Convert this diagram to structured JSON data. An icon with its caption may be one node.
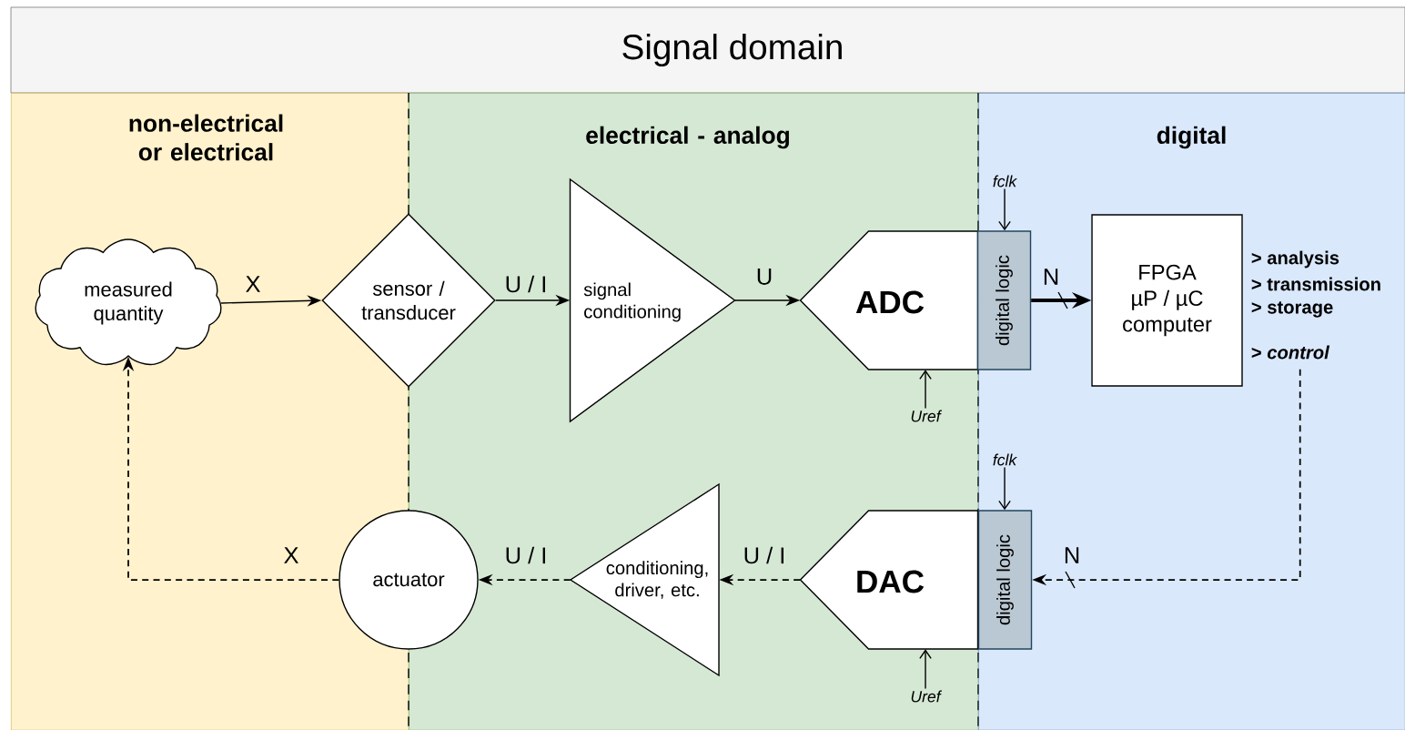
{
  "diagram": {
    "title": "Signal domain",
    "nodes": [
      {
        "text": [
          "non-electrical or electrical"
        ]
      },
      {
        "text": [
          "electrical - analog"
        ]
      },
      {
        "text": [
          "digital"
        ]
      },
      {
        "text": [
          "measured quantity"
        ],
        "in": 0
      },
      {
        "text": [
          "sensor / transducer"
        ]
      },
      {
        "text": [
          "signal conditioning"
        ],
        "in": 1
      },
      {
        "text": [
          "ADC"
        ],
        "in": 1
      },
      {
        "text": [
          "digital logic"
        ],
        "in": 2
      },
      {
        "text": [
          "FPGA",
          "µP / µC",
          "computer"
        ],
        "in": 2,
        "beside": [
          "> analysis",
          "> transmission",
          "> storage",
          "> *control*"
        ]
      },
      {
        "text": [
          "DAC"
        ],
        "in": 1
      },
      {
        "text": [
          "digital logic"
        ],
        "in": 2
      },
      {
        "text": [
          "conditioning, driver, etc."
        ],
        "in": 1
      },
      {
        "text": [
          "actuator"
        ]
      },
      {
        "text": [
          "fclk"
        ],
        "in": 2
      },
      {
        "text": [
          "Uref"
        ],
        "in": 1
      },
      {
        "text": [
          "fclk"
        ],
        "in": 2
      },
      {
        "text": [
          "Uref"
        ],
        "in": 1
      }
    ],
    "edges": [
      {
        "from": 3,
        "to": 4,
        "arrow": "to",
        "label": "X"
      },
      {
        "from": 4,
        "to": 5,
        "arrow": "to",
        "label": "U / I"
      },
      {
        "from": 5,
        "to": 6,
        "arrow": "to",
        "label": "U"
      },
      {
        "from": 7,
        "to": 8,
        "arrow": "to",
        "label": "N",
        "style": "thick"
      },
      {
        "from": 13,
        "to": 7,
        "arrow": "to"
      },
      {
        "from": 14,
        "to": 6,
        "arrow": "to"
      },
      {
        "from": 8,
        "to": 10,
        "arrow": "to",
        "label": "N",
        "style": "dashed"
      },
      {
        "from": 15,
        "to": 10,
        "arrow": "to"
      },
      {
        "from": 16,
        "to": 9,
        "arrow": "to"
      },
      {
        "from": 9,
        "to": 11,
        "arrow": "to",
        "label": "U / I",
        "style": "dashed"
      },
      {
        "from": 11,
        "to": 12,
        "arrow": "to",
        "label": "U / I",
        "style": "dashed"
      },
      {
        "from": 12,
        "to": 3,
        "arrow": "to",
        "label": "X",
        "style": "dashed"
      }
    ]
  }
}
